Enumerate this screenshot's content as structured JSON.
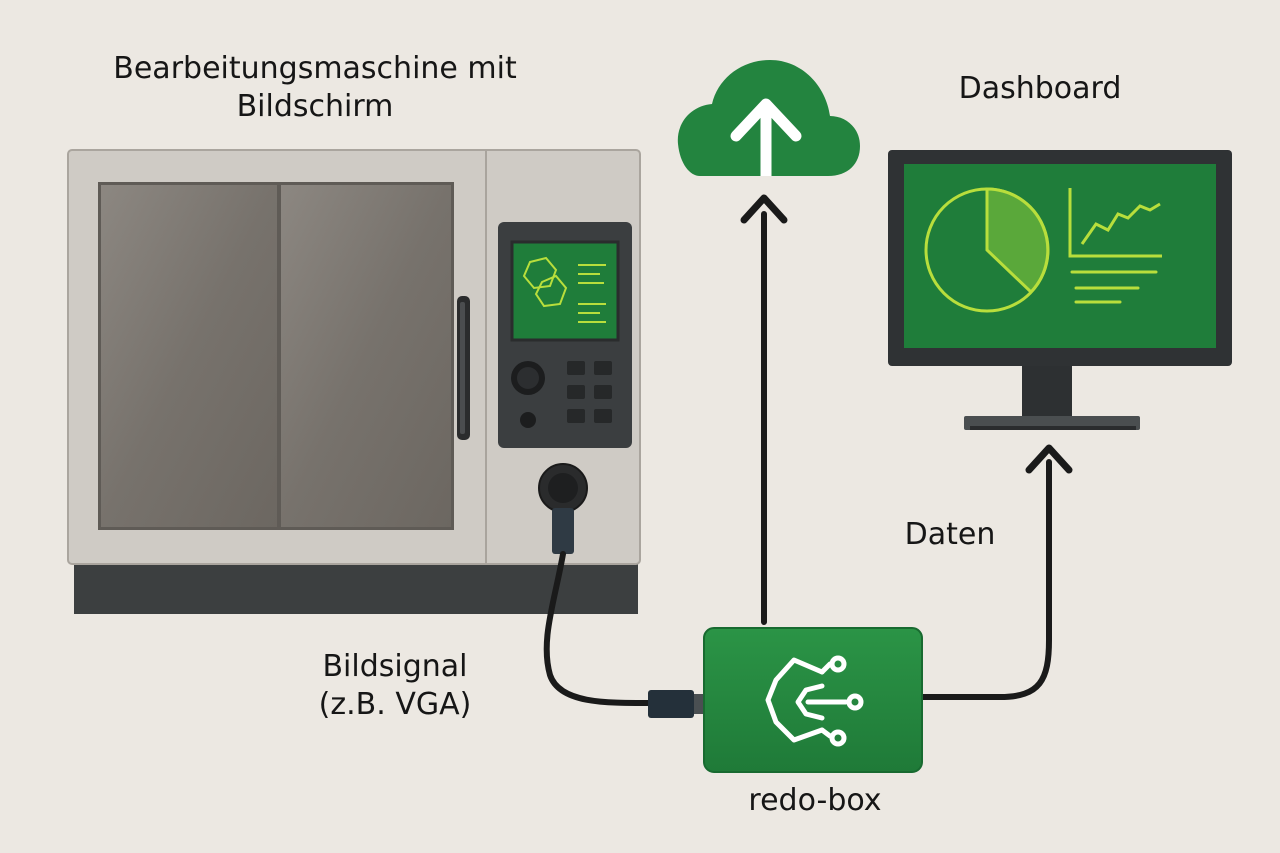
{
  "diagram": {
    "machine_label": "Bearbeitungsmaschine mit\nBildschirm",
    "dashboard_label": "Dashboard",
    "data_label": "Daten",
    "signal_label": "Bildsignal\n(z.B. VGA)",
    "box_label": "redo-box"
  },
  "colors": {
    "background": "#ece8e2",
    "green": "#23843f",
    "screen_green": "#1f7d3a",
    "line_green": "#b8de3c",
    "cable": "#1a1a1a"
  },
  "icons": [
    "cloud-upload-icon",
    "circuit-icon",
    "pie-chart-icon",
    "line-chart-icon"
  ]
}
